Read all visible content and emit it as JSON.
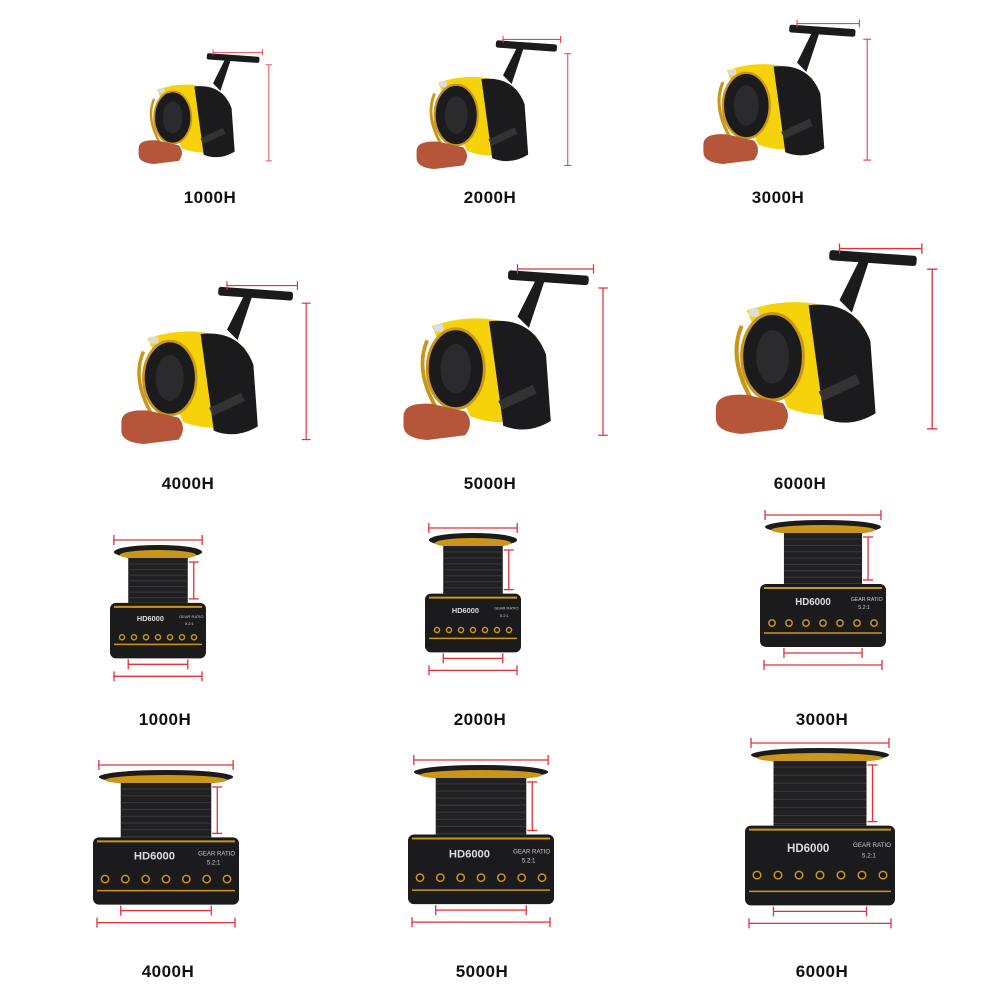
{
  "colors": {
    "body_yellow": "#f5d20a",
    "body_black": "#1b1b1d",
    "gold_trim": "#c9961a",
    "knob_wood": "#b5563a",
    "dimension_red": "#e0313a",
    "background": "#ffffff"
  },
  "reels": [
    {
      "label": "1000H"
    },
    {
      "label": "2000H"
    },
    {
      "label": "3000H"
    },
    {
      "label": "4000H"
    },
    {
      "label": "5000H"
    },
    {
      "label": "6000H"
    }
  ],
  "spools": [
    {
      "label": "1000H",
      "model_mark": "HD6000",
      "gear_text": "GEAR RATIO",
      "gear_value": "5.2:1"
    },
    {
      "label": "2000H",
      "model_mark": "HD6000",
      "gear_text": "GEAR RATIO",
      "gear_value": "5.2:1"
    },
    {
      "label": "3000H",
      "model_mark": "HD6000",
      "gear_text": "GEAR RATIO",
      "gear_value": "5.2:1"
    },
    {
      "label": "4000H",
      "model_mark": "HD6000",
      "gear_text": "GEAR RATIO",
      "gear_value": "5.2:1"
    },
    {
      "label": "5000H",
      "model_mark": "HD6000",
      "gear_text": "GEAR RATIO",
      "gear_value": "5.2:1"
    },
    {
      "label": "6000H",
      "model_mark": "HD6000",
      "gear_text": "GEAR RATIO",
      "gear_value": "5.2:1"
    }
  ]
}
